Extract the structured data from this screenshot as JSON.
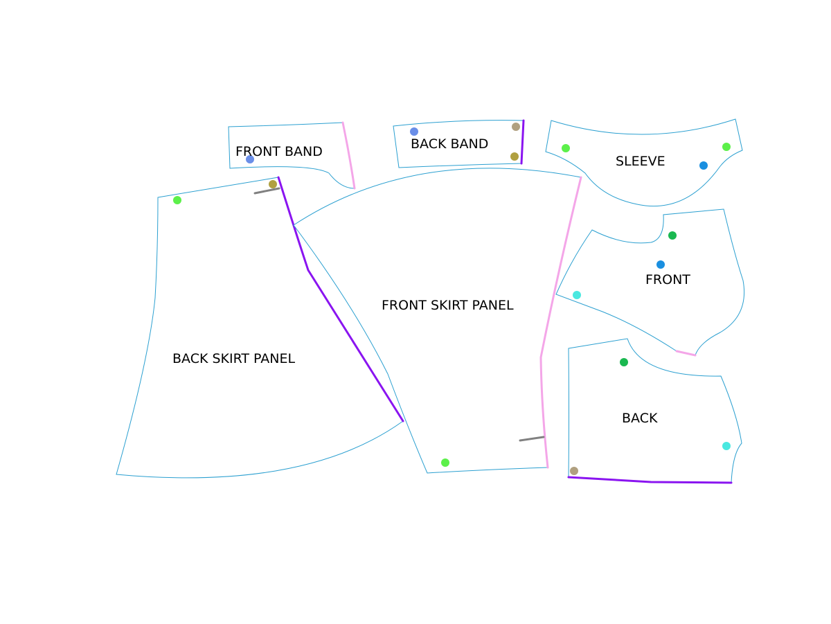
{
  "colors": {
    "outline": "#2a9fd0",
    "seam_pink": "#f4a6e8",
    "seam_purple": "#8a14f0",
    "notch": "#808080",
    "dot_lightgreen": "#5cf04a",
    "dot_green": "#1ab850",
    "dot_periwinkle": "#6a8ee8",
    "dot_olive": "#b0a040",
    "dot_tan": "#b0a080",
    "dot_blue": "#1a8fe0",
    "dot_cyan": "#4ae8e0"
  },
  "pieces": {
    "front_band": {
      "label": "FRONT BAND"
    },
    "back_band": {
      "label": "BACK BAND"
    },
    "sleeve": {
      "label": "SLEEVE"
    },
    "back_skirt_panel": {
      "label": "BACK SKIRT PANEL"
    },
    "front_skirt_panel": {
      "label": "FRONT SKIRT PANEL"
    },
    "front": {
      "label": "FRONT"
    },
    "back": {
      "label": "BACK"
    }
  }
}
